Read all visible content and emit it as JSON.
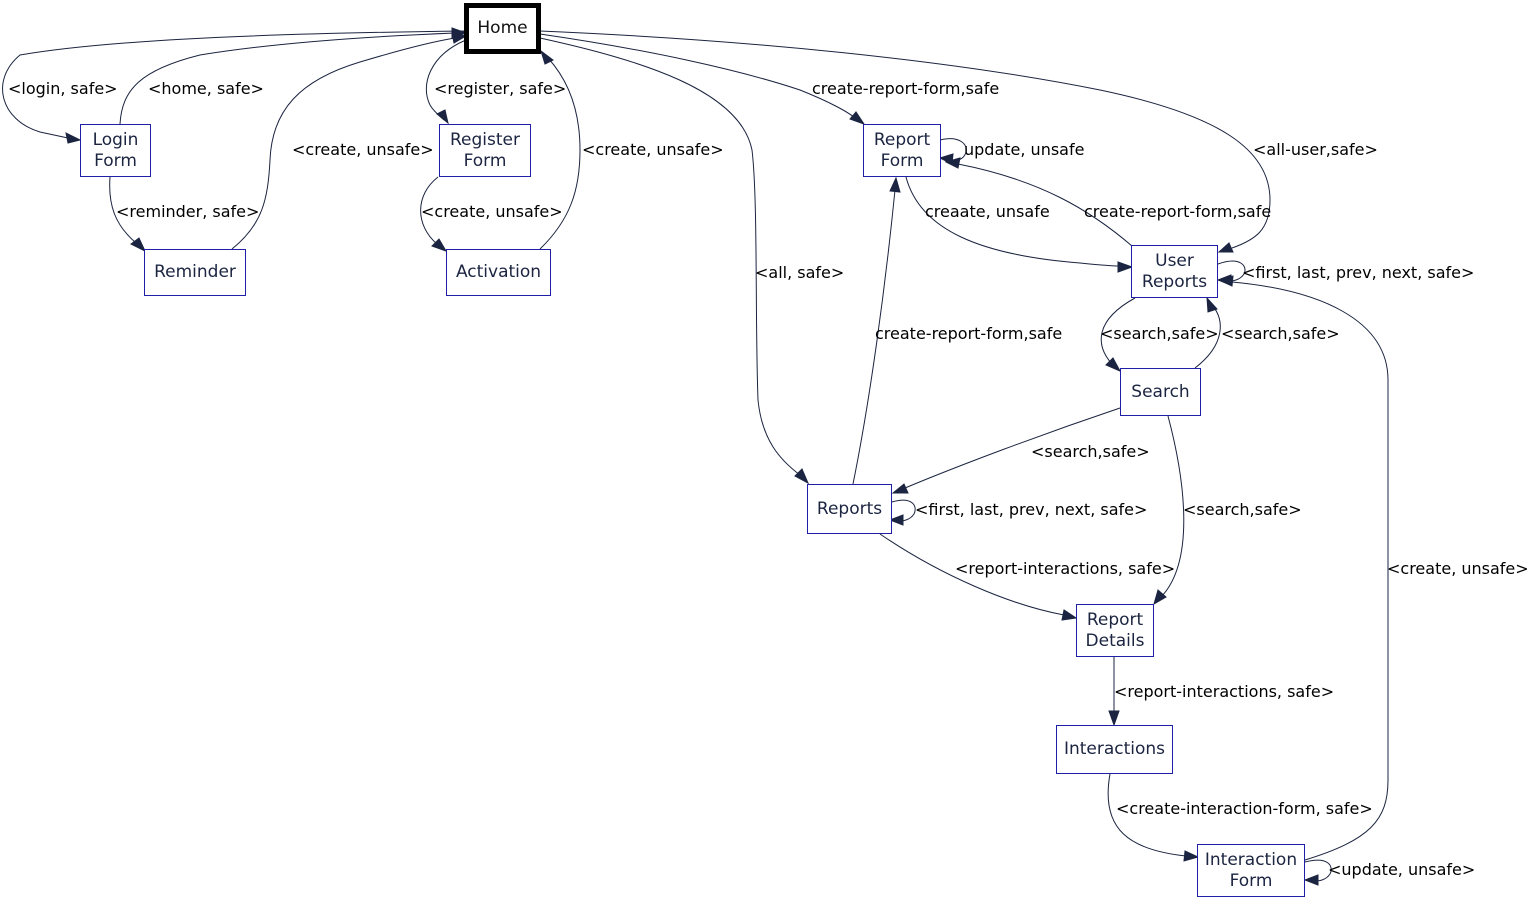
{
  "nodes": {
    "home": "Home",
    "login_form": "Login\nForm",
    "register_form": "Register\nForm",
    "reminder": "Reminder",
    "activation": "Activation",
    "report_form": "Report\nForm",
    "user_reports": "User\nReports",
    "search": "Search",
    "reports": "Reports",
    "report_details": "Report\nDetails",
    "interactions": "Interactions",
    "interaction_form": "Interaction\nForm"
  },
  "edges": {
    "login": "<login, safe>",
    "home_safe": "<home, safe>",
    "register": "<register, safe>",
    "create_unsafe_reminder": "<create, unsafe>",
    "create_unsafe_activation": "<create, unsafe>",
    "reminder": "<reminder, safe>",
    "create_unsafe_register": "<create, unsafe>",
    "create_report_form_home": "create-report-form,safe",
    "update_unsafe_report_form": "update, unsafe",
    "all_user": "<all-user,safe>",
    "creaate_unsafe": "creaate, unsafe",
    "create_report_form_user_reports": "create-report-form,safe",
    "paging_user_reports": "<first, last, prev, next, safe>",
    "all_safe": "<all, safe>",
    "create_report_form_reports": "create-report-form,safe",
    "search_from_user_reports": "<search,safe>",
    "search_to_user_reports": "<search,safe>",
    "search_to_reports": "<search,safe>",
    "paging_reports": "<first, last, prev, next, safe>",
    "search_to_details": "<search,safe>",
    "report_interactions_reports": "<report-interactions, safe>",
    "create_unsafe_interaction": "<create,  unsafe>",
    "report_interactions_details": "<report-interactions, safe>",
    "create_interaction_form": "<create-interaction-form, safe>",
    "update_unsafe_interaction": "<update,  unsafe>"
  },
  "colors": {
    "node_border": "#1f1fa8",
    "home_border": "#000000",
    "edge": "#1b2440",
    "text": "#000000"
  }
}
